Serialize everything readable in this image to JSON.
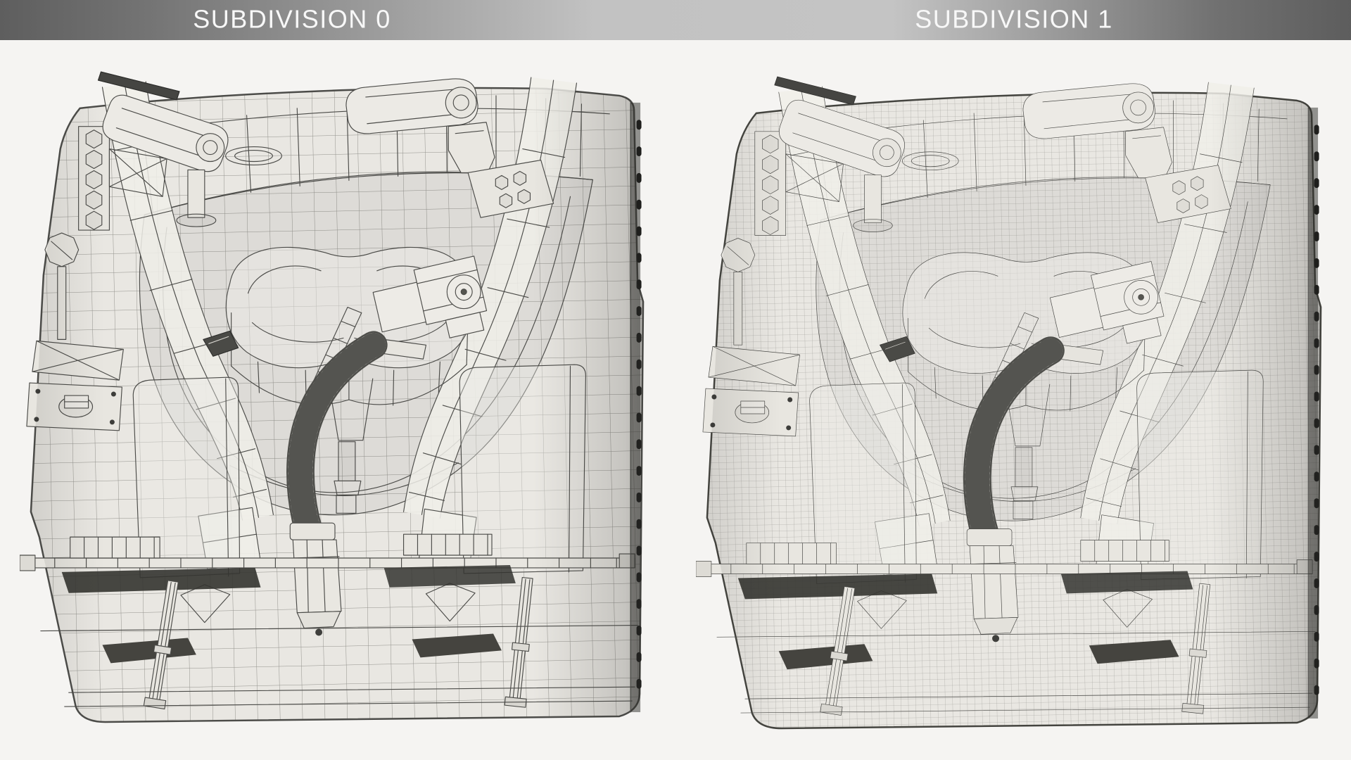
{
  "panels": [
    {
      "label": "SUBDIVISION 0",
      "level": "0"
    },
    {
      "label": "SUBDIVISION 1",
      "level": "1"
    }
  ],
  "colors": {
    "header_gradient": [
      "#5e5e5e",
      "#747474",
      "#c2c2c2",
      "#c4c4c4",
      "#717171",
      "#5d5d5d"
    ],
    "title_text": "#f8f8f8",
    "canvas_background": "#f5f4f2",
    "model_surface": "#e9e7e2",
    "wireframe_line": "#4b4b48",
    "dark_accent": "#3a3a38"
  }
}
